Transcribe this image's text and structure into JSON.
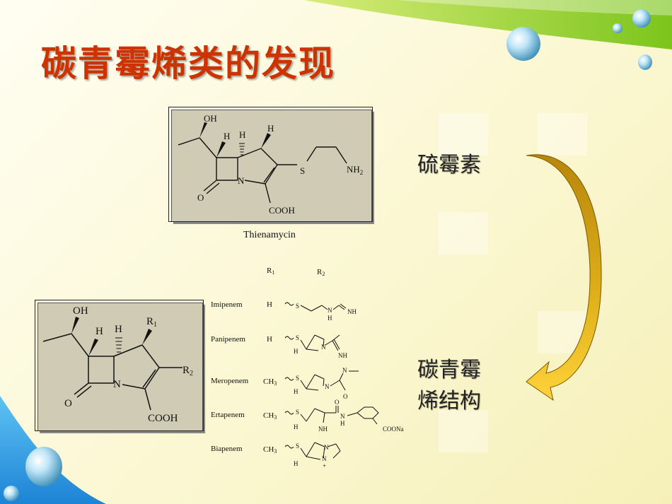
{
  "slide": {
    "title": "碳青霉烯类的发现",
    "label_top": "硫霉素",
    "label_bottom_line1": "碳青霉",
    "label_bottom_line2": "烯结构",
    "accent_color": "#cc3300"
  },
  "thienamycin": {
    "caption": "Thienamycin",
    "atoms": {
      "oh": "OH",
      "h1": "H",
      "h2": "H",
      "h3": "H",
      "s": "S",
      "nh2": "NH",
      "nh2_sub": "2",
      "n": "N",
      "o": "O",
      "cooh": "COOH"
    }
  },
  "carbapenem_core": {
    "atoms": {
      "oh": "OH",
      "h1": "H",
      "h2": "H",
      "r1": "R",
      "r1_sub": "1",
      "r2": "R",
      "r2_sub": "2",
      "n": "N",
      "o": "O",
      "cooh": "COOH"
    }
  },
  "table": {
    "header_r1": "R",
    "header_r1_sub": "1",
    "header_r2": "R",
    "header_r2_sub": "2",
    "rows": [
      {
        "name": "Imipenem",
        "r1": "H",
        "r1_sub": ""
      },
      {
        "name": "Panipenem",
        "r1": "H",
        "r1_sub": ""
      },
      {
        "name": "Meropenem",
        "r1": "CH",
        "r1_sub": "3"
      },
      {
        "name": "Ertapenem",
        "r1": "CH",
        "r1_sub": "3"
      },
      {
        "name": "Biapenem",
        "r1": "CH",
        "r1_sub": "3"
      }
    ],
    "r2_labels": {
      "imipenem_s": "S",
      "imipenem_n": "N",
      "imipenem_h": "H",
      "imipenem_nh": "NH",
      "panipenem_s": "S",
      "panipenem_h": "H",
      "panipenem_n": "N",
      "panipenem_nh": "NH",
      "meropenem_s": "S",
      "meropenem_h": "H",
      "meropenem_n": "N",
      "meropenem_n2": "N",
      "meropenem_o": "O",
      "ertapenem_s": "S",
      "ertapenem_h": "H",
      "ertapenem_nh": "NH",
      "ertapenem_o": "O",
      "ertapenem_n": "N",
      "ertapenem_h2": "H",
      "ertapenem_coona": "COONa",
      "biapenem_s": "S",
      "biapenem_h": "H",
      "biapenem_n": "N",
      "biapenem_n2": "N",
      "biapenem_plus": "+"
    }
  }
}
